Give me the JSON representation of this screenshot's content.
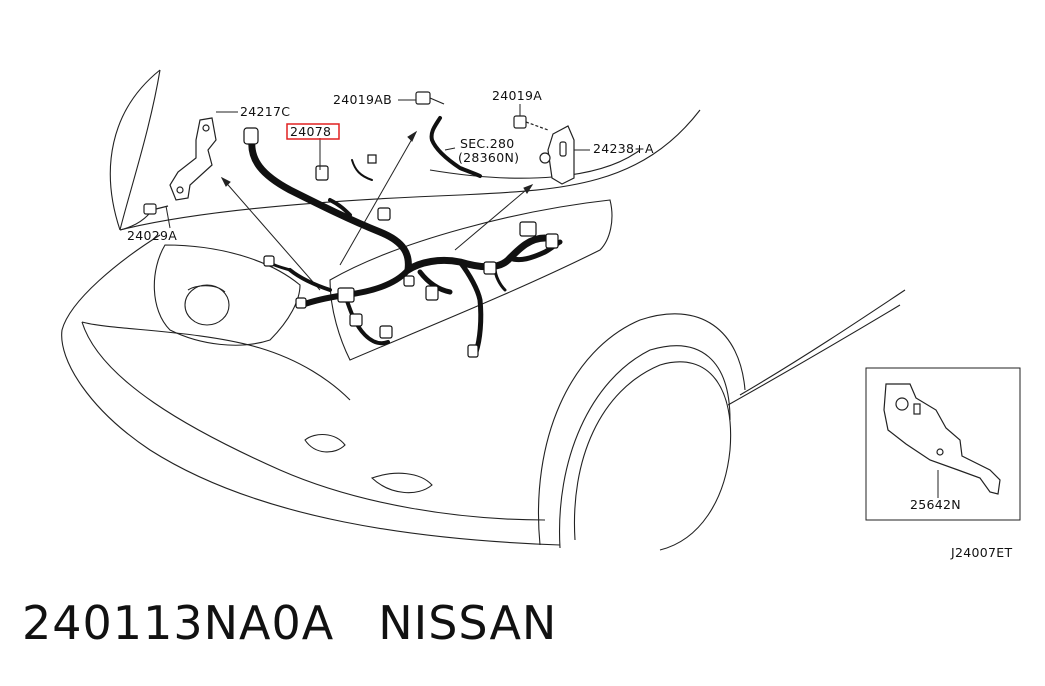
{
  "diagram": {
    "part_labels": {
      "l24217c": "24217C",
      "l24019ab": "24019AB",
      "l24019a": "24019A",
      "l24078": "24078",
      "l_sec": "SEC.280",
      "l_sec_sub": "(28360N)",
      "l24238a": "24238+A",
      "l24029a": "24029A",
      "l25642n": "25642N"
    },
    "drawing_code": "J24007ET",
    "highlight_color": "#e02020"
  },
  "caption": {
    "part_number": "240113NA0A",
    "brand": "NISSAN"
  }
}
